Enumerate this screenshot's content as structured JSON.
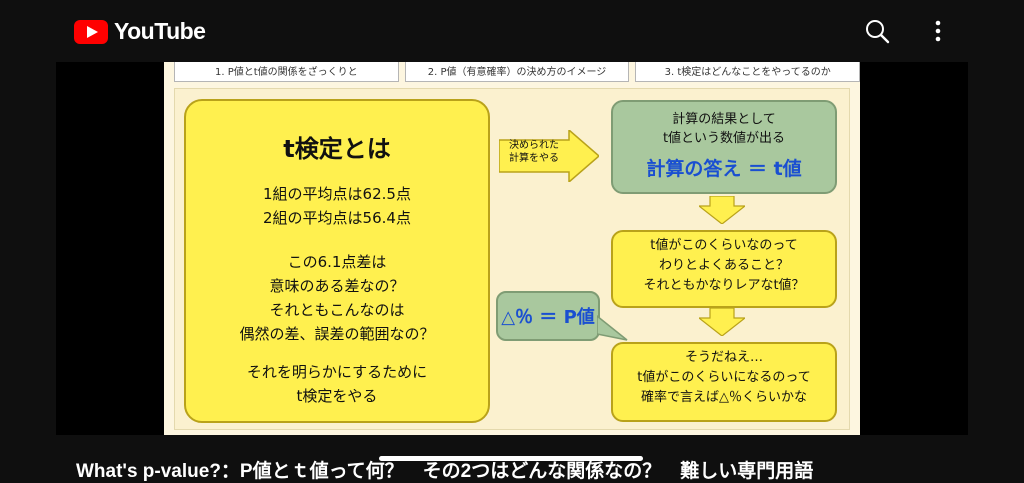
{
  "header": {
    "logo_text": "YouTube",
    "search_icon": "search-icon",
    "more_icon": "more-vert-icon"
  },
  "slide": {
    "tabs": [
      "1. P値とt値の関係をざっくりと",
      "2. P値（有意確率）の決め方のイメージ",
      "3. t検定はどんなことをやってるのか"
    ],
    "main": {
      "title": "t検定とは",
      "line1": "1組の平均点は62.5点",
      "line2": "2組の平均点は56.4点",
      "line3": "この6.1点差は",
      "line4": "意味のある差なの？",
      "line5": "それともこんなのは",
      "line6": "偶然の差、誤差の範囲なの？",
      "line7": "それを明らかにするために",
      "line8": "t検定をやる"
    },
    "arrow_label_1": "決められた",
    "arrow_label_2": "計算をやる",
    "result": {
      "line1": "計算の結果として",
      "line2": "t値という数値が出る",
      "answer": "計算の答え ＝ t値"
    },
    "question": {
      "line1": "t値がこのくらいなのって",
      "line2": "わりとよくあること？",
      "line3": "それともかなりレアなt値？"
    },
    "callout": "△％ ＝ P値",
    "conclusion": {
      "line1": "そうだねえ…",
      "line2": "t値がこのくらいになるのって",
      "line3": "確率で言えば△％くらいかな"
    }
  },
  "video": {
    "title": "What's p-value?：P値とｔ値って何？　その2つはどんな関係なの？　難しい専門用語"
  },
  "colors": {
    "yellow": "#fff04f",
    "green": "#a9c89e",
    "blue_text": "#1a4fd1",
    "youtube_red": "#ff0000"
  }
}
